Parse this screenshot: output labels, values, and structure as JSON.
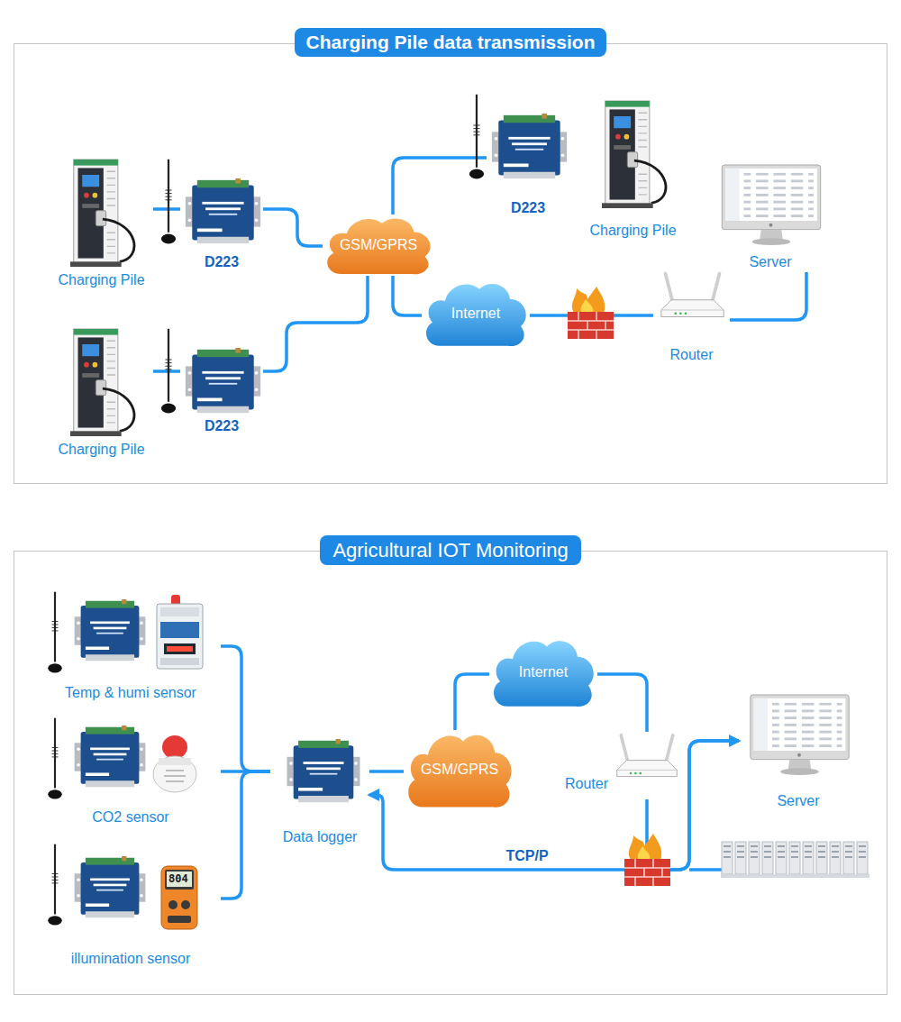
{
  "diagram": {
    "nodes": [
      {
        "text": [
          "Charging Pile data transmission"
        ]
      },
      {
        "text": [
          "Charging Pile"
        ],
        "in": 0
      },
      {
        "text": [
          "D223"
        ],
        "in": 0
      },
      {
        "text": [
          "GSM/GPRS"
        ],
        "in": 0
      },
      {
        "text": [
          "D223"
        ],
        "in": 0
      },
      {
        "text": [
          "Charging Pile"
        ],
        "in": 0
      },
      {
        "text": [
          "Server"
        ],
        "in": 0
      },
      {
        "text": [
          "Internet"
        ],
        "in": 0
      },
      {
        "text": [
          "Router"
        ],
        "in": 0
      },
      {
        "text": [
          "Charging Pile"
        ],
        "in": 0
      },
      {
        "text": [
          "D223"
        ],
        "in": 0
      },
      {
        "text": [
          "Agricultural IOT Monitoring"
        ]
      },
      {
        "text": [
          "Temp & humi sensor"
        ],
        "in": 11
      },
      {
        "text": [
          "CO2 sensor"
        ],
        "in": 11
      },
      {
        "text": [
          "illumination sensor"
        ],
        "in": 11
      },
      {
        "text": [
          "Data logger"
        ],
        "in": 11
      },
      {
        "text": [
          "GSM/GPRS"
        ],
        "in": 11
      },
      {
        "text": [
          "Internet"
        ],
        "in": 11
      },
      {
        "text": [
          "Router"
        ],
        "in": 11
      },
      {
        "text": [
          "Server"
        ],
        "in": 11
      }
    ],
    "edges": [
      {
        "from": 1,
        "to": 2,
        "arrow": "none"
      },
      {
        "from": 2,
        "to": 3,
        "arrow": "none"
      },
      {
        "from": 3,
        "to": 4,
        "arrow": "none"
      },
      {
        "from": 9,
        "to": 10,
        "arrow": "none"
      },
      {
        "from": 10,
        "to": 3,
        "arrow": "none"
      },
      {
        "from": 3,
        "to": 7,
        "arrow": "none"
      },
      {
        "from": 7,
        "to": 8,
        "arrow": "none"
      },
      {
        "from": 8,
        "to": 6,
        "arrow": "none"
      },
      {
        "from": 12,
        "to": 15,
        "arrow": "none"
      },
      {
        "from": 13,
        "to": 15,
        "arrow": "none"
      },
      {
        "from": 14,
        "to": 15,
        "arrow": "none"
      },
      {
        "from": 15,
        "to": 16,
        "arrow": "none"
      },
      {
        "from": 16,
        "to": 17,
        "arrow": "none"
      },
      {
        "from": 17,
        "to": 18,
        "arrow": "none"
      },
      {
        "from": 18,
        "to": 19,
        "arrow": "none"
      },
      {
        "from": 15,
        "to": 19,
        "label": "TCP/P",
        "arrow": "both"
      }
    ],
    "labels": [
      "804"
    ]
  }
}
